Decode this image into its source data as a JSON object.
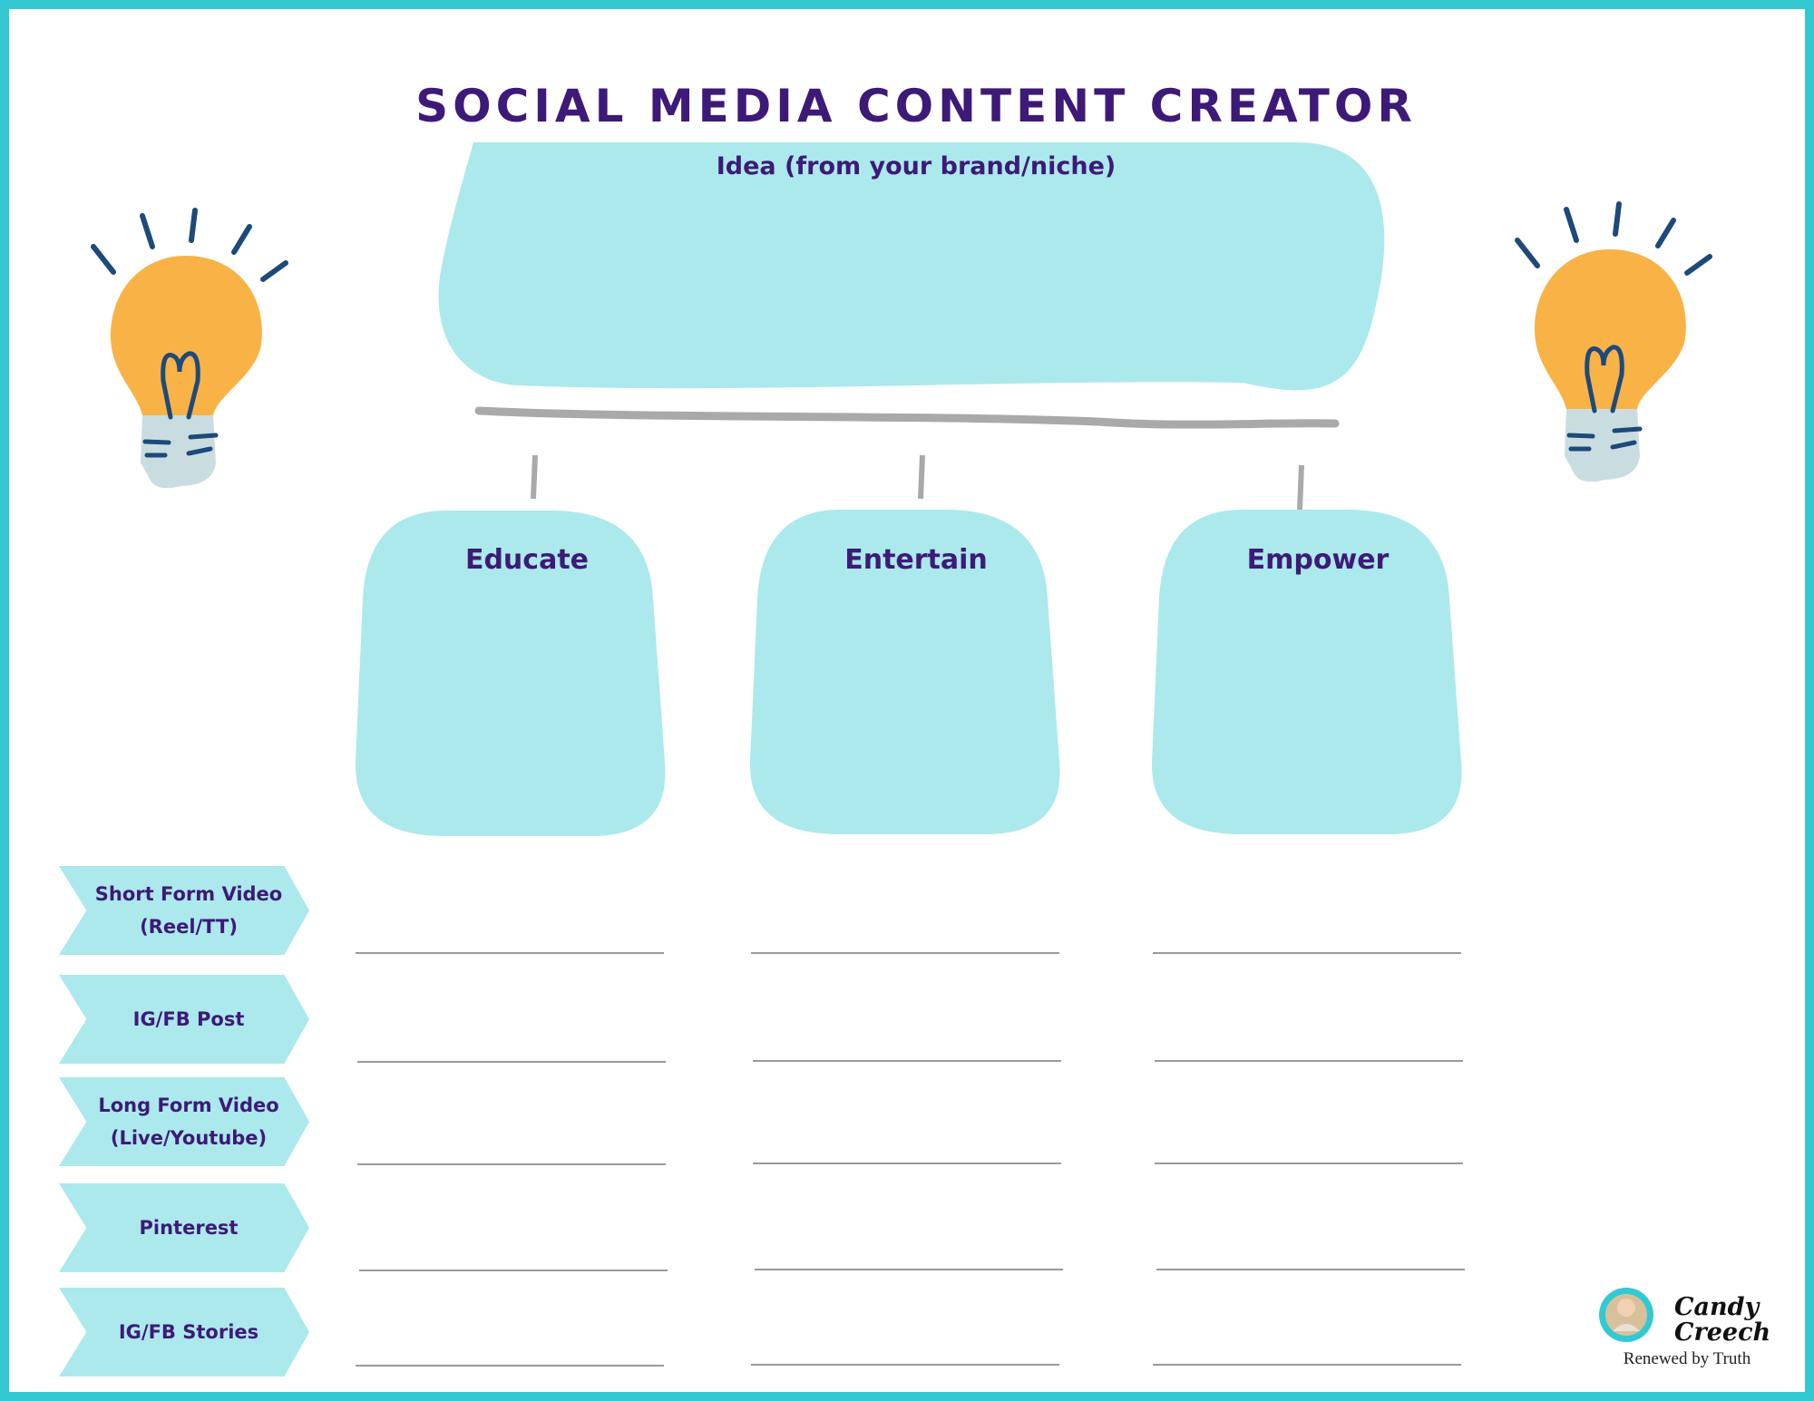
{
  "title": "SOCIAL MEDIA CONTENT CREATOR",
  "idea": {
    "label": "Idea (from your brand/niche)"
  },
  "categories": [
    {
      "label": "Educate"
    },
    {
      "label": "Entertain"
    },
    {
      "label": "Empower"
    }
  ],
  "platforms": [
    {
      "label": "Short Form Video\n(Reel/TT)"
    },
    {
      "label": "IG/FB Post"
    },
    {
      "label": "Long Form Video\n(Live/Youtube)"
    },
    {
      "label": "Pinterest"
    },
    {
      "label": "IG/FB Stories"
    }
  ],
  "logo": {
    "script": "Candy Creech",
    "tagline": "Renewed by Truth"
  },
  "colors": {
    "border": "#33c9d3",
    "shape_fill": "#abe9ec",
    "text": "#3d1a78",
    "bulb": "#f9b246",
    "bulb_base": "#c9dde0",
    "bulb_lines": "#1d4a7a",
    "connector": "#a9a9a9"
  },
  "icons": [
    "lightbulb-icon",
    "lightbulb-icon"
  ]
}
